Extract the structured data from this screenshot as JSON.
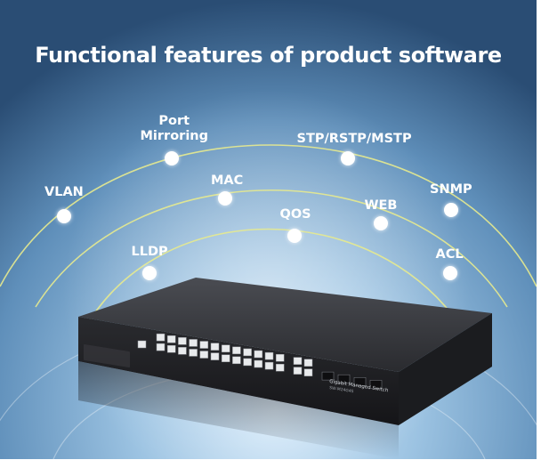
{
  "page": {
    "title": "Functional features of product software"
  },
  "features": [
    {
      "id": "port-mirroring",
      "label_lines": [
        "Port",
        "Mirroring"
      ]
    },
    {
      "id": "stp",
      "label_lines": [
        "STP/RSTP/MSTP"
      ]
    },
    {
      "id": "vlan",
      "label_lines": [
        "VLAN"
      ]
    },
    {
      "id": "mac",
      "label_lines": [
        "MAC"
      ]
    },
    {
      "id": "snmp",
      "label_lines": [
        "SNMP"
      ]
    },
    {
      "id": "qos",
      "label_lines": [
        "QOS"
      ]
    },
    {
      "id": "web",
      "label_lines": [
        "WEB"
      ]
    },
    {
      "id": "lldp",
      "label_lines": [
        "LLDP"
      ]
    },
    {
      "id": "acl",
      "label_lines": [
        "ACL"
      ]
    }
  ],
  "device": {
    "name": "Gigabit Managed Switch",
    "model": "SW-M24G4S"
  },
  "colors": {
    "background_top": "#1e3a5c",
    "background_mid": "#6f9dc4",
    "glow": "#d6ecff",
    "arc": "#e6e88a",
    "dot": "#ffffff"
  }
}
